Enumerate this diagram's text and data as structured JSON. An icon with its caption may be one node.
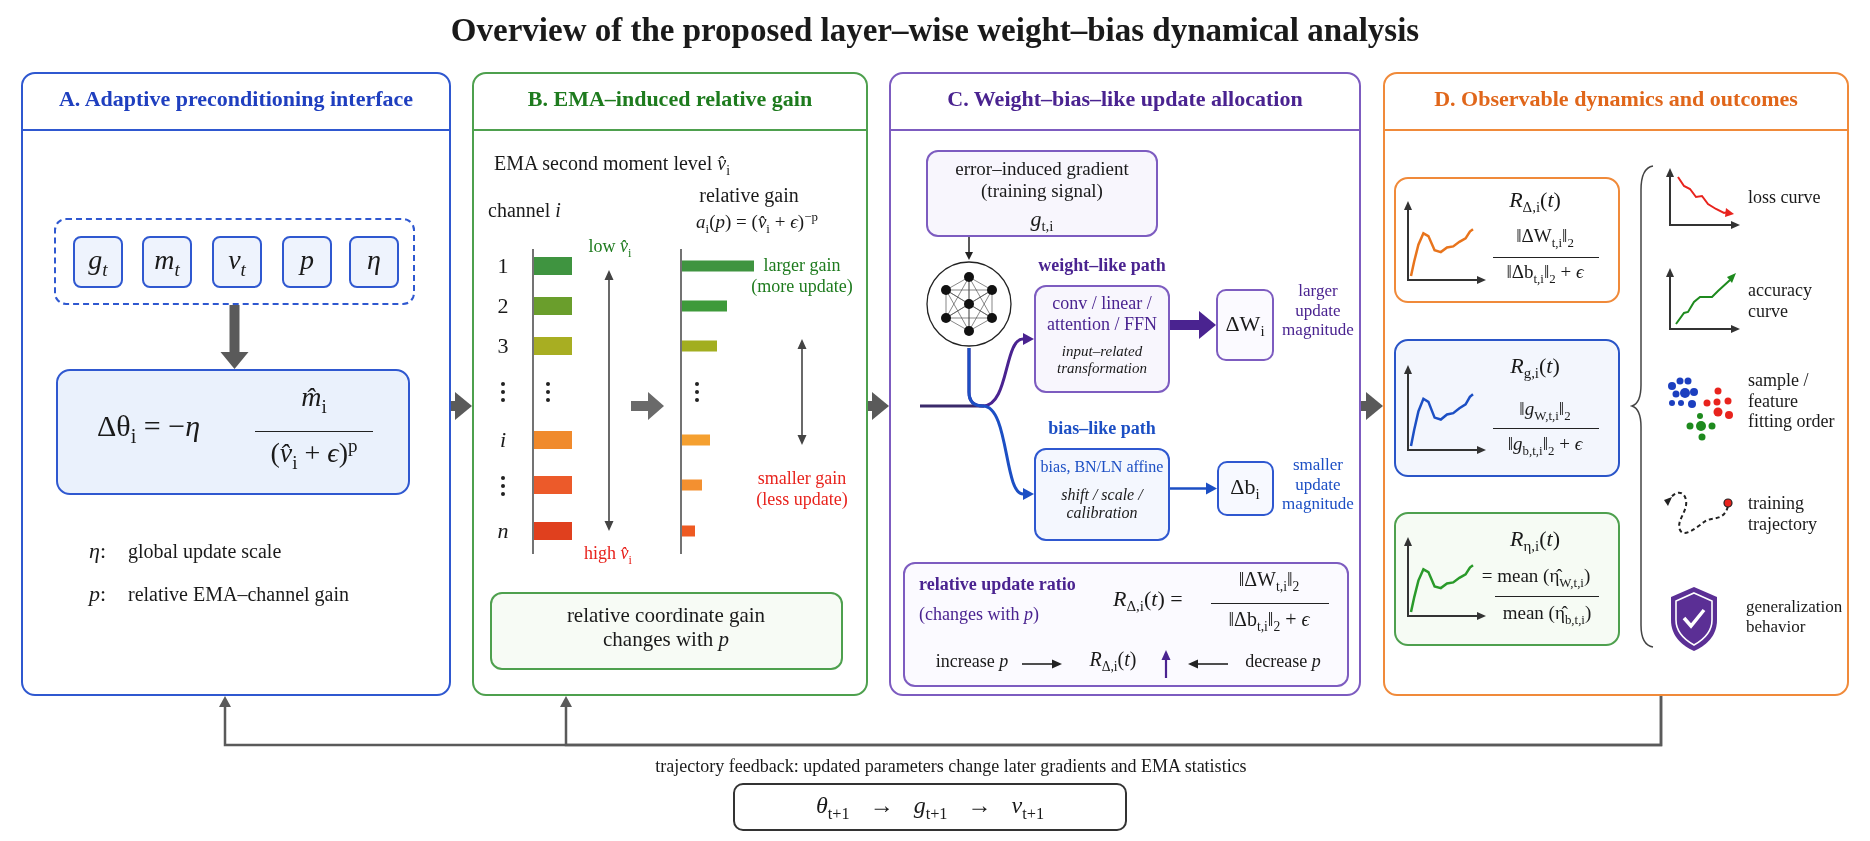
{
  "diagram": {
    "title": "Overview of the proposed layer–wise weight–bias dynamical analysis",
    "nodes": [
      {
        "text": [
          "A. Adaptive preconditioning interface"
        ]
      },
      {
        "text": [],
        "shape": "box",
        "in": 0
      },
      {
        "text": [
          "g$_{t}$"
        ],
        "in": 1
      },
      {
        "text": [
          "m$_{t}$"
        ],
        "in": 1
      },
      {
        "text": [
          "v$_{t}$"
        ],
        "in": 1
      },
      {
        "text": [
          "p"
        ],
        "in": 1
      },
      {
        "text": [
          "η"
        ],
        "in": 1
      },
      {
        "text": [
          "Δθ$_{i}$ = −*η*",
          "*m̂*$_{i}$",
          "(*v̂*$_{i}$ + *ϵ*)$^{p}$"
        ],
        "in": 0
      },
      {
        "text": [
          "B. EMA–induced relative gain"
        ]
      },
      {
        "text": [
          "relative coordinate gain changes with *p*"
        ],
        "in": 8
      },
      {
        "text": [
          "C. Weight–bias–like update allocation"
        ]
      },
      {
        "text": [
          "error–induced gradient (training signal)",
          "*g*$_{t,i}$"
        ],
        "in": 10
      },
      {
        "text": [],
        "shape": "picture",
        "in": 10
      },
      {
        "text": [
          "weight–like path",
          "conv / linear / attention / FFN",
          "input–related transformation"
        ],
        "in": 10
      },
      {
        "text": [
          "ΔW$_{i}$"
        ],
        "in": 10,
        "beside": [
          "larger update magnitude"
        ]
      },
      {
        "text": [
          "bias–like path",
          "bias, BN/LN affine",
          "shift / scale / calibration"
        ],
        "in": 10
      },
      {
        "text": [
          "Δb$_{i}$"
        ],
        "in": 10,
        "beside": [
          "smaller update magnitude"
        ]
      },
      {
        "text": [
          "relative update ratio",
          "(changes with *p*)",
          "*R*$_{Δ,i}$(*t*) =",
          "‖ΔW$_{t,i}$‖$_{2}$",
          "‖Δb$_{t,i}$‖$_{2}$ + *ϵ*",
          "increase *p*",
          "*R*$_{Δ,i}$(*t*)",
          "decrease *p*"
        ],
        "in": 10
      },
      {
        "text": [
          "D. Observable dynamics and outcomes"
        ]
      },
      {
        "text": [
          "*R*$_{Δ,i}$(*t*)",
          "‖ΔW$_{t,i}$‖$_{2}$",
          "‖Δb$_{t,i}$‖$_{2}$ + *ϵ*"
        ],
        "in": 18
      },
      {
        "text": [
          "*R*$_{g,i}$(*t*)",
          "‖*g*$_{W,t,i}$‖$_{2}$",
          "‖*g*$_{b,t,i}$‖$_{2}$ + *ϵ*"
        ],
        "in": 18
      },
      {
        "text": [
          "*R*$_{η,i}$(*t*)",
          "= mean (η̂$_{W,t,i}$)",
          "mean (η̂$_{b,t,i}$)"
        ],
        "in": 18
      },
      {
        "text": [
          "*θ*$_{t+1}$ → *g*$_{t+1}$ → *v*$_{t+1}$"
        ]
      }
    ],
    "edges": [
      {
        "from": 1,
        "to": 7,
        "arrow": "to",
        "style": "thick"
      },
      {
        "from": 0,
        "to": 8,
        "arrow": "to",
        "style": "thick"
      },
      {
        "from": 8,
        "to": 10,
        "arrow": "to",
        "style": "thick"
      },
      {
        "from": 10,
        "to": 18,
        "arrow": "to",
        "style": "thick"
      },
      {
        "from": 11,
        "to": 12,
        "arrow": "to",
        "color": "#222222"
      },
      {
        "from": 12,
        "to": 13,
        "arrow": "to",
        "color": "#4a2390"
      },
      {
        "from": 12,
        "to": 15,
        "arrow": "to",
        "color": "#1c4fc4"
      },
      {
        "from": 13,
        "to": 14,
        "arrow": "to",
        "style": "thick",
        "color": "#4a2390"
      },
      {
        "from": 15,
        "to": 16,
        "arrow": "to",
        "color": "#1c4fc4"
      },
      {
        "from": 18,
        "to": 0,
        "arrow": "to"
      },
      {
        "from": 18,
        "to": 8,
        "arrow": "to"
      }
    ],
    "labels": [
      "*η*:",
      "global update scale",
      "*p*:",
      "relative EMA–channel gain",
      "EMA second moment level *v̂*$_{i}$",
      "channel *i*",
      "relative gain",
      "*a*$_{i}$(*p*) = (*v̂*$_{i}$ + *ϵ*)$^{−p}$",
      "low *v̂*$_{i}$",
      "1",
      "larger gain (more update)",
      "2",
      "3",
      "i",
      "smaller gain (less update)",
      "n",
      "high *v̂*$_{i}$",
      "loss curve",
      "accuracy curve",
      "sample / feature fitting order",
      "training trajectory",
      "generalization behavior",
      "trajectory feedback: updated parameters change later gradients and EMA statistics"
    ]
  }
}
